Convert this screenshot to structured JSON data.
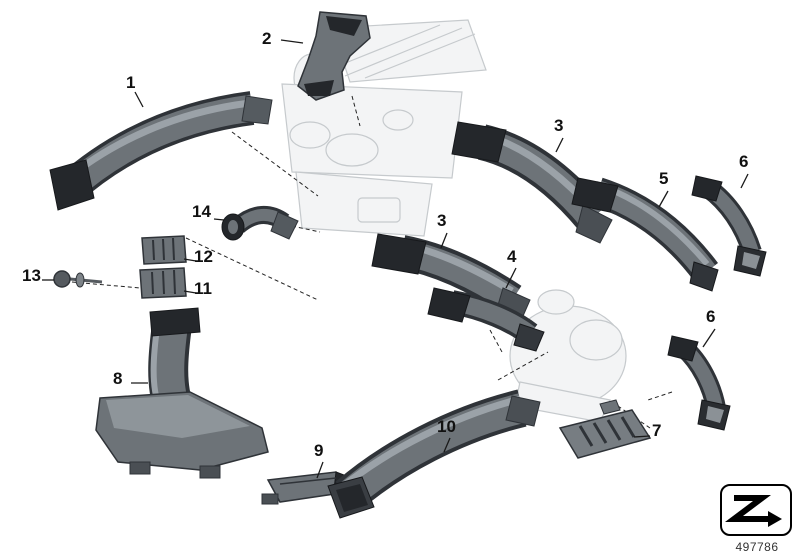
{
  "diagram": {
    "doc_number": "497786",
    "callouts": [
      {
        "label": "1"
      },
      {
        "label": "2"
      },
      {
        "label": "3"
      },
      {
        "label": "3"
      },
      {
        "label": "4"
      },
      {
        "label": "5"
      },
      {
        "label": "6"
      },
      {
        "label": "6"
      },
      {
        "label": "7"
      },
      {
        "label": "8"
      },
      {
        "label": "9"
      },
      {
        "label": "10"
      },
      {
        "label": "11"
      },
      {
        "label": "12"
      },
      {
        "label": "13"
      },
      {
        "label": "14"
      }
    ],
    "colors": {
      "duct_outline": "#2f3338",
      "duct_body": "#6d7378",
      "duct_highlight": "#9ba2a8",
      "opening_dark": "#24272b",
      "faint": "#c6cacd",
      "leader": "#1a1a1a"
    }
  }
}
